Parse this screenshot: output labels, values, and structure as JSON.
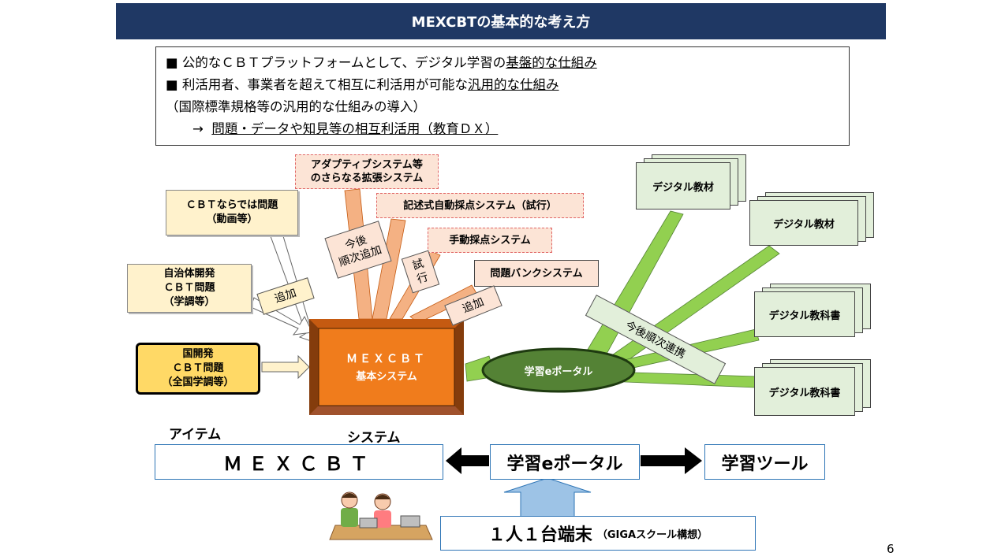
{
  "title": "MEXCBTの基本的な考え方",
  "summary": {
    "line1_prefix": "公的なＣＢＴプラットフォームとして、デジタル学習の",
    "line1_underline": "基盤的な仕組み",
    "line2_prefix": "利活用者、事業者を超えて相互に利活用が可能な",
    "line2_underline": "汎用的な仕組み",
    "line3": "（国際標準規格等の汎用的な仕組みの導入）",
    "line4_arrow": "→",
    "line4_underline": "問題・データや知見等の相互利活用（教育ＤＸ）"
  },
  "items": {
    "cbt_video": "ＣＢＴならでは問題\n（動画等）",
    "local_gov": "自治体開発\nＣＢＴ問題\n（学調等）",
    "national": "国開発\nＣＢＴ問題\n（全国学調等）",
    "add_label": "追加"
  },
  "systems": {
    "adaptive": "アダプティブシステム等\nのさらなる拡張システム",
    "auto_grading": "記述式自動採点システム（試行）",
    "manual_grading": "手動採点システム",
    "question_bank": "問題バンクシステム",
    "future_add": "今後\n順次追加",
    "trial": "試\n行",
    "add": "追加"
  },
  "core": {
    "name": "ＭＥＸＣＢＴ",
    "subtitle": "基本システム",
    "portal": "学習eポータル"
  },
  "materials": {
    "m1": "デジタル教材",
    "m2": "デジタル教材",
    "m3": "デジタル教科書",
    "m4": "デジタル教科書",
    "future_link": "今後順次連携"
  },
  "bottom": {
    "label_item": "アイテム",
    "label_system": "システム",
    "mexcbt": "ＭＥＸＣＢＴ",
    "portal": "学習eポータル",
    "tool": "学習ツール",
    "device_main": "１人１台端末",
    "device_sub": "（GIGAスクール構想）"
  },
  "page_number": "6",
  "colors": {
    "title_bg": "#1f3864",
    "core_orange": "#f07c1c",
    "portal_green": "#548235",
    "link_green": "#92d050",
    "note_yellow": "#fff2cc",
    "national_yellow": "#ffd966",
    "peach": "#fce4d6",
    "paper_green": "#e2efda",
    "up_arrow": "#9dc3e6"
  }
}
